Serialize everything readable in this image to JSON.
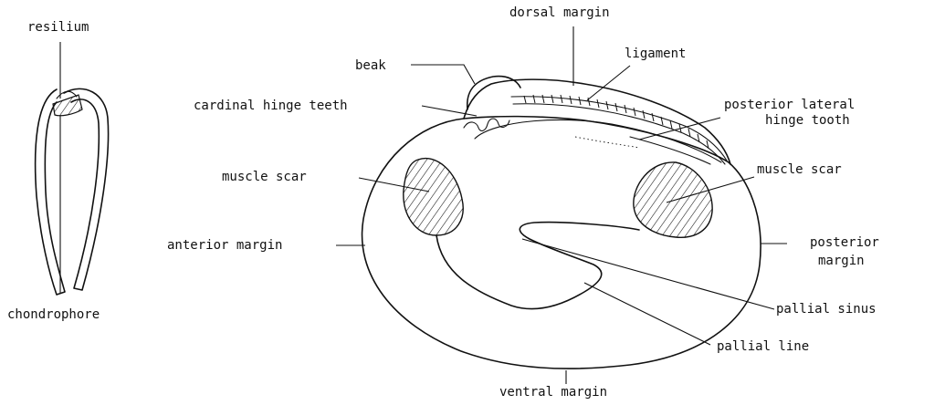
{
  "labels": {
    "resilium": "resilium",
    "chondrophore": "chondrophore",
    "dorsal_margin": "dorsal margin",
    "beak": "beak",
    "ligament": "ligament",
    "cardinal_hinge_teeth": "cardinal hinge teeth",
    "posterior_lateral_hinge_tooth_line1": "posterior lateral",
    "posterior_lateral_hinge_tooth_line2": "hinge tooth",
    "muscle_scar_left": "muscle scar",
    "muscle_scar_right": "muscle scar",
    "anterior_margin": "anterior margin",
    "posterior_margin_line1": "posterior",
    "posterior_margin_line2": "margin",
    "pallial_sinus": "pallial sinus",
    "pallial_line": "pallial line",
    "ventral_margin": "ventral margin"
  }
}
